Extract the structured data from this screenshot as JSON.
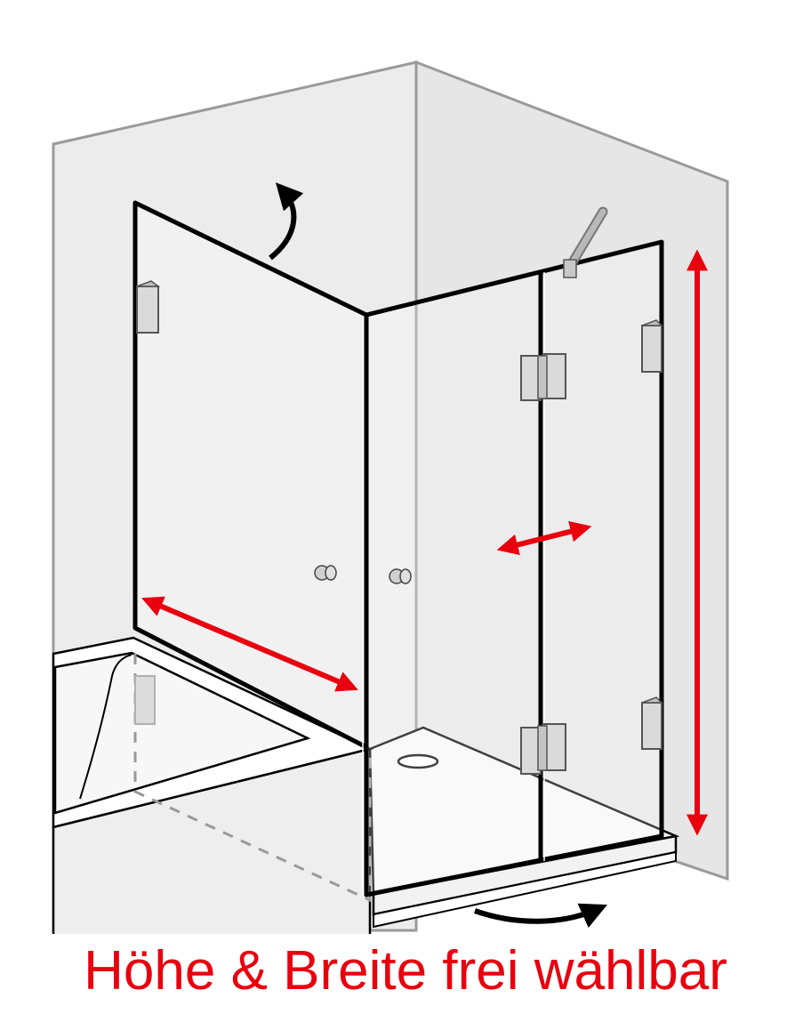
{
  "caption": "Höhe & Breite frei wählbar",
  "colors": {
    "wall": "#ececec",
    "wall_stroke": "#9a9a9a",
    "glass_outline": "#000000",
    "dimension_arrows": "#e8000f",
    "fittings": "#c8c8c8"
  },
  "icons": {
    "open_left_door": "curved-arrow-up-left",
    "open_right_door": "curved-arrow-right",
    "width_left": "double-arrow-diagonal",
    "width_right": "double-arrow-horizontal",
    "height": "double-arrow-vertical"
  }
}
